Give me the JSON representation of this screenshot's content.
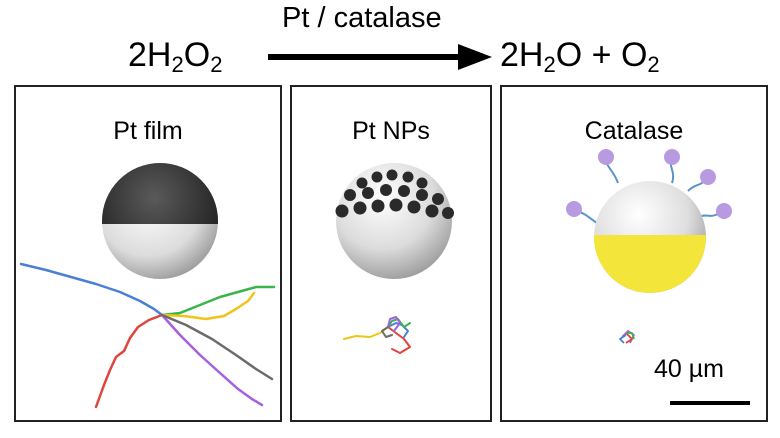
{
  "equation": {
    "reactant": {
      "coef": "2",
      "a": "H",
      "a_sub": "2",
      "b": "O",
      "b_sub": "2"
    },
    "arrow_label": "Pt / catalase",
    "product": {
      "coef": "2",
      "a": "H",
      "a_sub": "2",
      "b": "O",
      "plus": " + ",
      "c": "O",
      "c_sub": "2"
    }
  },
  "panels": [
    {
      "title": "Pt film"
    },
    {
      "title": "Pt NPs"
    },
    {
      "title": "Catalase",
      "scale_label": "40 µm"
    }
  ],
  "colors": {
    "trajectories": [
      "#4a7fd6",
      "#e0443c",
      "#39b54a",
      "#f0c419",
      "#a55fe0",
      "#6b6b6b"
    ],
    "enzyme": "#b89ae0",
    "catalase_cap": "#f3e53a"
  }
}
